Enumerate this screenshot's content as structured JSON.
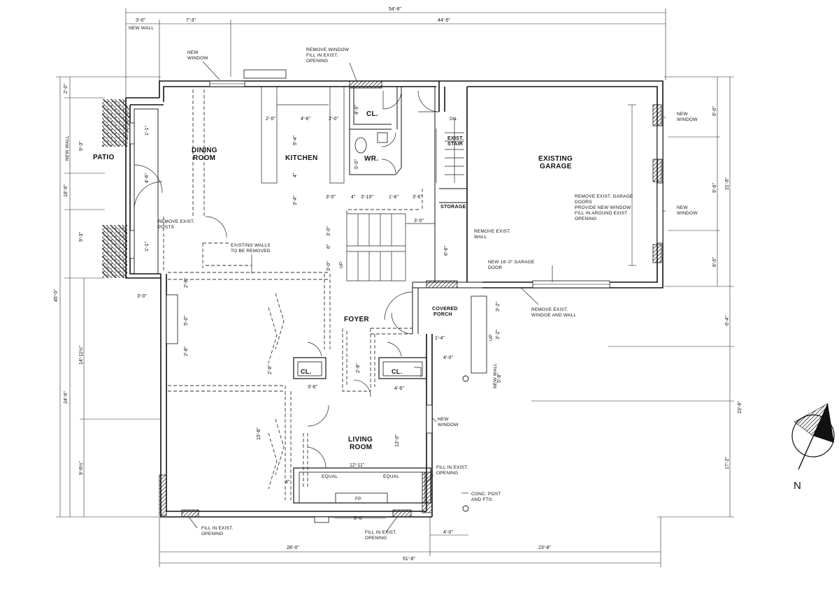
{
  "rooms": {
    "patio": "PATIO",
    "dining_1": "DINING",
    "dining_2": "ROOM",
    "kitchen": "KITCHEN",
    "closet_top": "CL.",
    "wr": "WR.",
    "stair_1": "EXIST.",
    "stair_2": "STAIR",
    "garage_1": "EXISTING",
    "garage_2": "GARAGE",
    "storage": "STORAGE",
    "foyer": "FOYER",
    "porch_1": "COVERED",
    "porch_2": "PORCH",
    "closet_left": "CL.",
    "closet_right": "CL.",
    "living_1": "LIVING",
    "living_2": "ROOM",
    "fp": "FP.",
    "dn": "DN.",
    "up_stair": "UP",
    "up_porch": "UP"
  },
  "notes": {
    "new_wall_top": "NEW WALL",
    "new_window_top_1": "NEW",
    "new_window_top_2": "WINDOW",
    "remove_window_1": "REMOVE WINDOW",
    "remove_window_2": "FILL IN EXIST.",
    "remove_window_3": "OPENING",
    "new_window_garage1_1": "NEW",
    "new_window_garage1_2": "WINDOW",
    "new_window_garage2_1": "NEW",
    "new_window_garage2_2": "WINDOW",
    "garage_doors_1": "REMOVE EXIST. GARAGE",
    "garage_doors_2": "DOORS",
    "garage_doors_3": "PROVIDE NEW WINDOW",
    "garage_doors_4": "FILL IN AROUND EXIST",
    "garage_doors_5": "OPENING",
    "remove_wall_1": "REMOVE EXIST.",
    "remove_wall_2": "WALL",
    "new_garage_door_1": "NEW 16'-0\" GARAGE",
    "new_garage_door_2": "DOOR",
    "remove_posts_1": "REMOVE EXIST.",
    "remove_posts_2": "POSTS",
    "existing_walls_1": "EXISTING WALLS",
    "existing_walls_2": "TO BE REMOVED",
    "remove_windoe_1": "REMOVE EXIST.",
    "remove_windoe_2": "WINDOE AND WALL",
    "new_wall_side": "NEW WALL",
    "new_wall_porch": "NEW WALL",
    "new_window_living_1": "NEW",
    "new_window_living_2": "WINDOW",
    "fill_living_1": "FILL IN EXIST.",
    "fill_living_2": "OPENING",
    "conc_post_1": "CONC. POST",
    "conc_post_2": "AND FTG.",
    "fill_bottom_left_1": "FILL IN EXIST.",
    "fill_bottom_left_2": "OPENING",
    "fill_bottom_mid_1": "FILL IN EXIST.",
    "fill_bottom_mid_2": "OPENING",
    "equal_1": "EQUAL",
    "equal_2": "EQUAL",
    "north": "N"
  },
  "dimensions": {
    "overall_top": "54'-8\"",
    "top_3_0": "3'-0\"",
    "top_7_3": "7'-3\"",
    "top_44_5": "44'-5\"",
    "left_2_0": "2'-0\"",
    "left_9_3a": "9'-3\"",
    "left_18_6": "18'-6\"",
    "left_9_3b": "9'-3\"",
    "left_45_0": "45'-0\"",
    "left_14_11": "14'-11½\"",
    "left_24_6": "24'-6\"",
    "left_9_6": "9'-6½\"",
    "right_6_0a": "6'-0\"",
    "right_9_6": "9'-6\"",
    "right_21_6": "21'-6\"",
    "right_6_0b": "6'-0\"",
    "right_6_4": "6'-4\"",
    "right_23_6": "23'-6\"",
    "right_17_2": "17'-2\"",
    "bottom_28_0": "28'-0\"",
    "bottom_23_8": "23'-8\"",
    "bottom_51_8": "51'-8\"",
    "bottom_4_0": "4'-0\"",
    "bottom_5_0": "5'-0\"",
    "k_2_0a": "2'-0\"",
    "k_4_6": "4'-6\"",
    "k_2_0b": "2'-0\"",
    "k_9_4": "9'-4\"",
    "k_4_0": "4'-0\"",
    "k_5_0": "5'-0\"",
    "k_4": "4\"",
    "k_3_4": "3'-4\"",
    "k_3_0": "3'-0\"",
    "k_4b": "4\"",
    "k_3_10": "3'-10\"",
    "k_1_6": "1'-6\"",
    "k_3_6": "3'-6\"",
    "s_3_0a": "3'-0\"",
    "s_6": "6\"",
    "s_3_0b": "3'-0\"",
    "s_3_0c": "3'-0\"",
    "s_6_6": "6'-6\"",
    "p_1_1": "1'-1\"",
    "p_4_6": "4'-6\"",
    "p_1_1b": "1'-1\"",
    "d_3_0": "3'-0\"",
    "d_2_8a": "2'-8\"",
    "d_5_0": "5'-0\"",
    "d_2_8b": "2'-8\"",
    "f_3_2a": "3'-2\"",
    "f_3_2b": "3'-2\"",
    "f_1_4": "1'-4\"",
    "f_4_0": "4'-0\"",
    "f_5_8": "5'-8\"",
    "c_2_8": "2'-8\"",
    "c_3_6": "3'-6\"",
    "c_2_8b": "2'-8\"",
    "c_4_6": "4'-6\"",
    "l_15_8": "15'-8\"",
    "l_13_0": "13'-0\"",
    "l_12_11": "12'-11\"",
    "l_4": "4\""
  }
}
